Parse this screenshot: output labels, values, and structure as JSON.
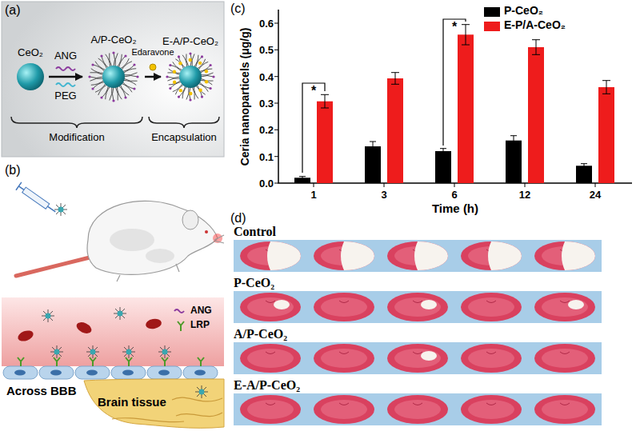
{
  "diagram": {
    "nodes": [
      {
        "text": [
          "CeO₂"
        ]
      },
      {
        "text": [
          "A/P-CeO₂"
        ]
      },
      {
        "text": [
          "E-A/P-CeO₂"
        ]
      }
    ],
    "edges": [
      {
        "from": 0,
        "to": 1,
        "arrow": "to"
      },
      {
        "from": 1,
        "to": 2,
        "arrow": "to"
      }
    ],
    "labels": [
      "(a)",
      "ANG",
      "PEG",
      "Edaravone",
      "Modification",
      "Encapsulation",
      "(b)",
      "Across BBB",
      "Brain tissue",
      "(c)",
      "*",
      "*",
      "Ceria nanoparticels (μg/g)",
      "0.0",
      "0.1",
      "0.2",
      "0.3",
      "0.4",
      "0.5",
      "0.6",
      "1",
      "3",
      "6",
      "12",
      "24",
      "Time (h)",
      "(d)",
      "Control",
      "P-CeO₂",
      "A/P-CeO₂",
      "E-A/P-CeO₂"
    ],
    "legend": [
      {
        "text": "P-CeO₂",
        "color": "#000000"
      },
      {
        "text": "E-P/A-CeO₂",
        "color": "#ee1c1c"
      },
      {
        "text": "ANG"
      },
      {
        "text": "LRP"
      }
    ]
  }
}
